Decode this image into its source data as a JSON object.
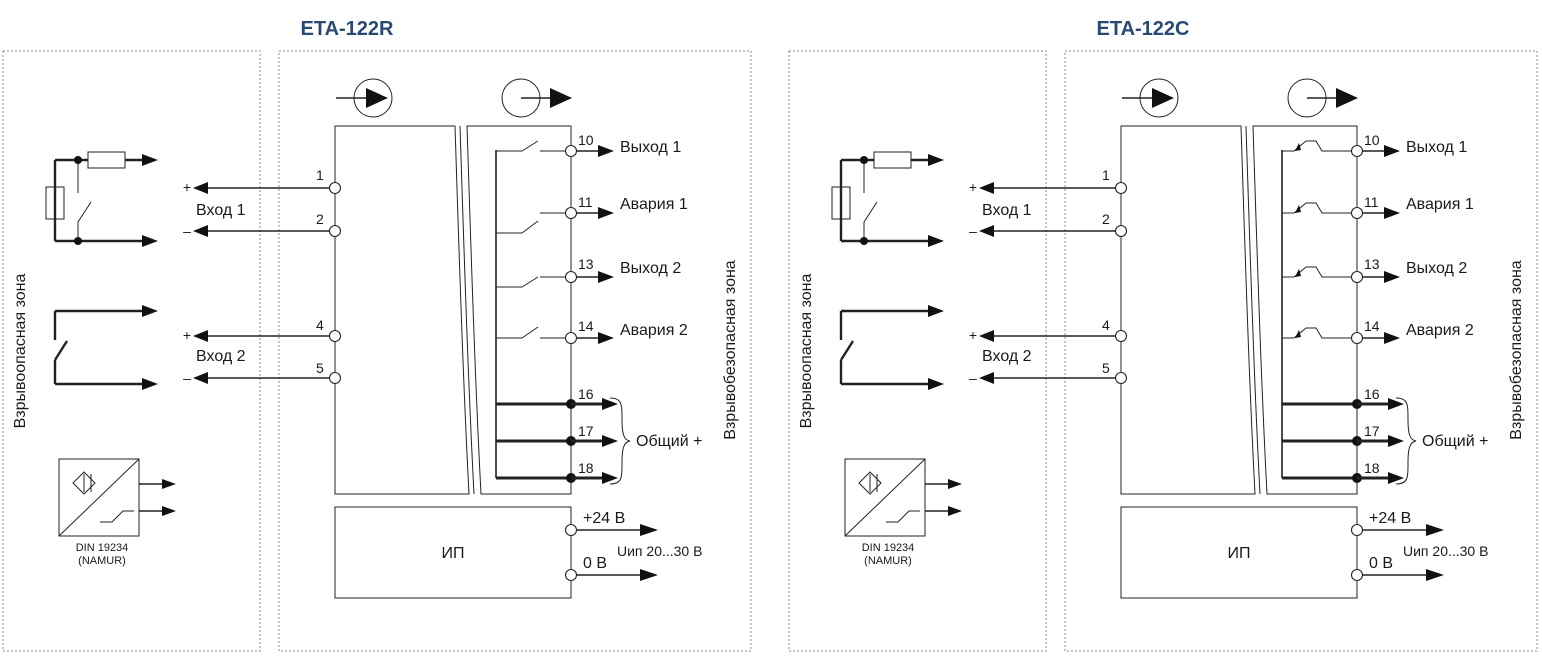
{
  "panels": [
    {
      "id": "r",
      "title": "ETA-122R",
      "output_type": "relay",
      "hazardous_zone_label": "Взрывоопасная зона",
      "safe_zone_label": "Взрывобезопасная зона",
      "inputs": [
        {
          "name": "Вход 1",
          "plus_terminal": "1",
          "minus_terminal": "2",
          "plus_sign": "+",
          "minus_sign": "–"
        },
        {
          "name": "Вход 2",
          "plus_terminal": "4",
          "minus_terminal": "5",
          "plus_sign": "+",
          "minus_sign": "–"
        }
      ],
      "outputs": [
        {
          "terminal": "10",
          "label": "Выход 1"
        },
        {
          "terminal": "11",
          "label": "Авария 1"
        },
        {
          "terminal": "13",
          "label": "Выход 2"
        },
        {
          "terminal": "14",
          "label": "Авария 2"
        }
      ],
      "common": {
        "terminals": [
          "16",
          "17",
          "18"
        ],
        "label": "Общий +"
      },
      "power": {
        "block_label": "ИП",
        "plus_label": "+24 В",
        "zero_label": "0 В",
        "range_label": "Uип 20...30 В"
      },
      "sensor": {
        "standard": "DIN 19234",
        "note": "(NAMUR)"
      }
    },
    {
      "id": "c",
      "title": "ETA-122C",
      "output_type": "transistor",
      "hazardous_zone_label": "Взрывоопасная зона",
      "safe_zone_label": "Взрывобезопасная зона",
      "inputs": [
        {
          "name": "Вход 1",
          "plus_terminal": "1",
          "minus_terminal": "2",
          "plus_sign": "+",
          "minus_sign": "–"
        },
        {
          "name": "Вход 2",
          "plus_terminal": "4",
          "minus_terminal": "5",
          "plus_sign": "+",
          "minus_sign": "–"
        }
      ],
      "outputs": [
        {
          "terminal": "10",
          "label": "Выход 1"
        },
        {
          "terminal": "11",
          "label": "Авария 1"
        },
        {
          "terminal": "13",
          "label": "Выход 2"
        },
        {
          "terminal": "14",
          "label": "Авария 2"
        }
      ],
      "common": {
        "terminals": [
          "16",
          "17",
          "18"
        ],
        "label": "Общий +"
      },
      "power": {
        "block_label": "ИП",
        "plus_label": "+24 В",
        "zero_label": "0 В",
        "range_label": "Uип 20...30 В"
      },
      "sensor": {
        "standard": "DIN 19234",
        "note": "(NAMUR)"
      }
    }
  ]
}
